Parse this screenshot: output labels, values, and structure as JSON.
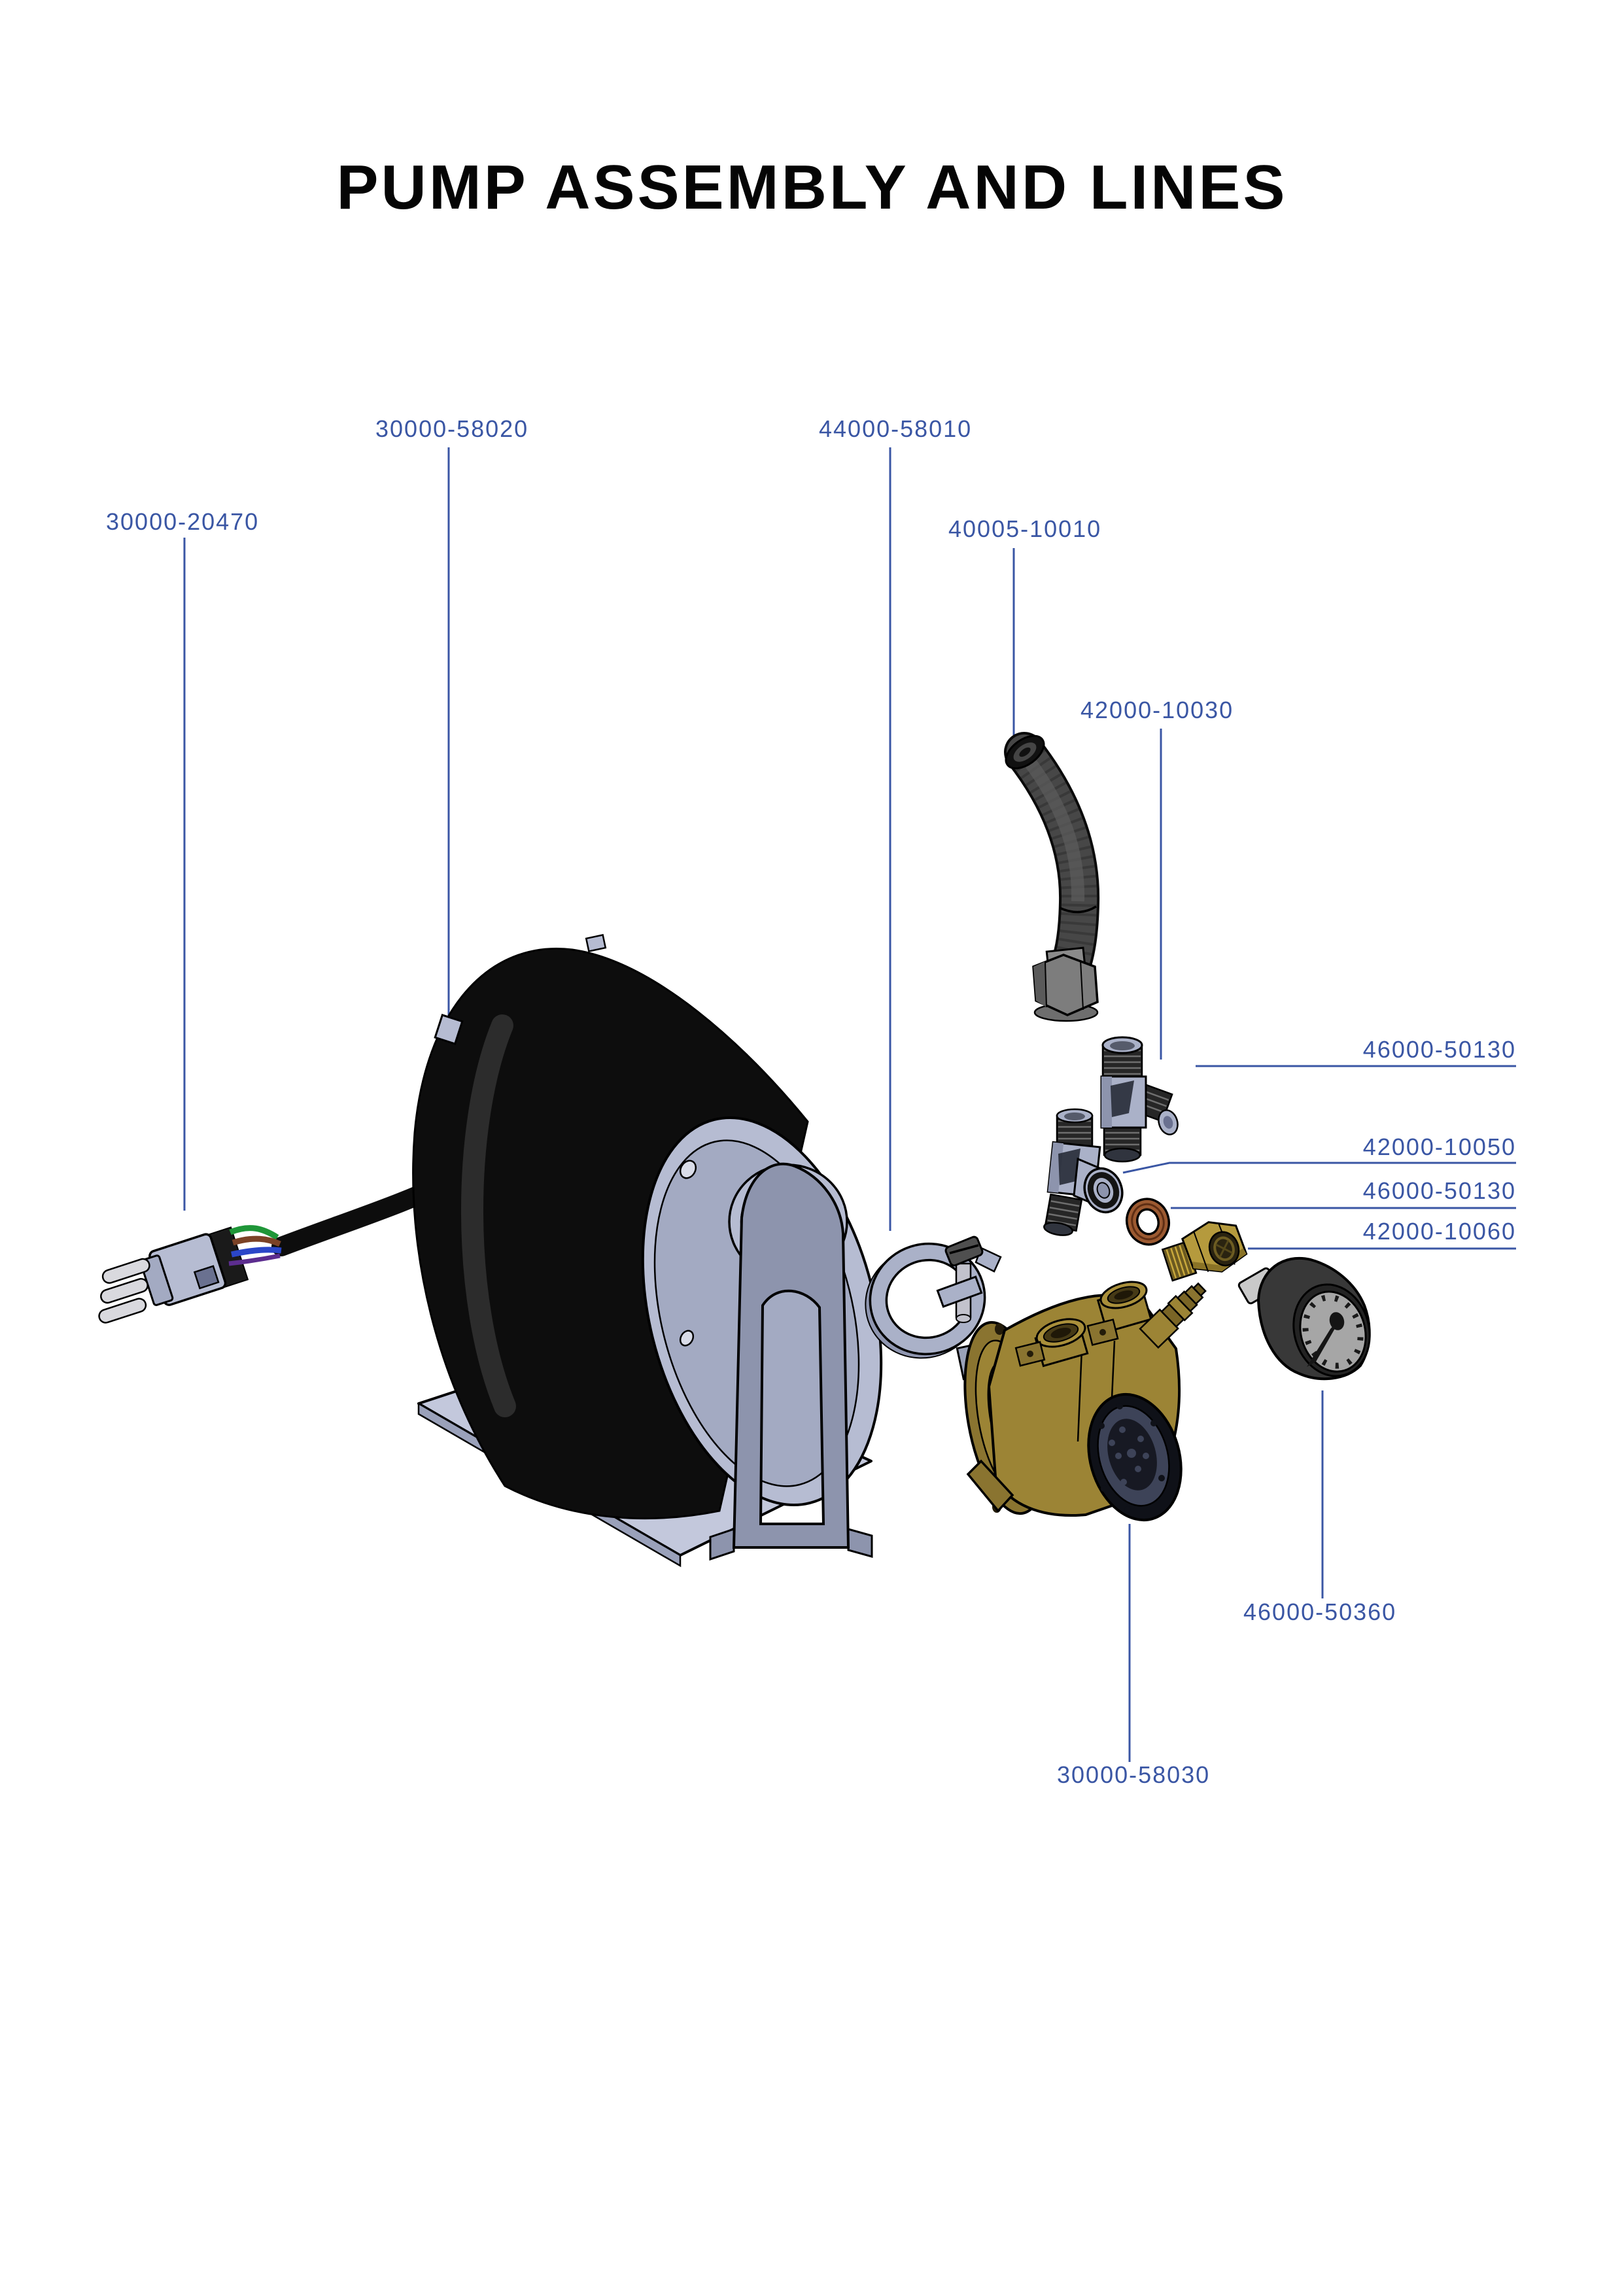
{
  "title": "PUMP ASSEMBLY AND LINES",
  "labels": [
    {
      "part": "electric-motor",
      "number": "30000-58020"
    },
    {
      "part": "power-cord",
      "number": "30000-20470"
    },
    {
      "part": "hose-clamp",
      "number": "44000-58010"
    },
    {
      "part": "braided-hose",
      "number": "40005-10010"
    },
    {
      "part": "tee-fitting-upper",
      "number": "42000-10030"
    },
    {
      "part": "washer-upper",
      "number": "46000-50130"
    },
    {
      "part": "tee-fitting-lower",
      "number": "42000-10050"
    },
    {
      "part": "washer-lower",
      "number": "46000-50130"
    },
    {
      "part": "compression-nut",
      "number": "42000-10060"
    },
    {
      "part": "pressure-gauge",
      "number": "46000-50360"
    },
    {
      "part": "pump-head",
      "number": "30000-58030"
    }
  ],
  "colors": {
    "label_blue": "#3a56a4",
    "leader_blue": "#3a56a4",
    "title_black": "#050505",
    "cad_light": "#b6bcd2",
    "cad_mid": "#a3aac2",
    "cad_dark": "#8d94ad",
    "plate_gray": "#c3c8dc",
    "motor_black": "#0d0d0d",
    "thread_black": "#262626",
    "fitting_gray": "#aab1c8",
    "brass_light": "#b59a3d",
    "brass_mid": "#9c8435",
    "brass_dark": "#8a7430",
    "copper": "#9c5a31",
    "hose_gray": "#474747",
    "hex_nut_gray": "#7d7d7d",
    "gauge_body": "#383838",
    "gauge_face": "#a6a6a6",
    "wire_green": "#1f9638",
    "wire_brown": "#7b4226",
    "wire_blue": "#2b46c8",
    "wire_purple": "#5c2d8f"
  }
}
